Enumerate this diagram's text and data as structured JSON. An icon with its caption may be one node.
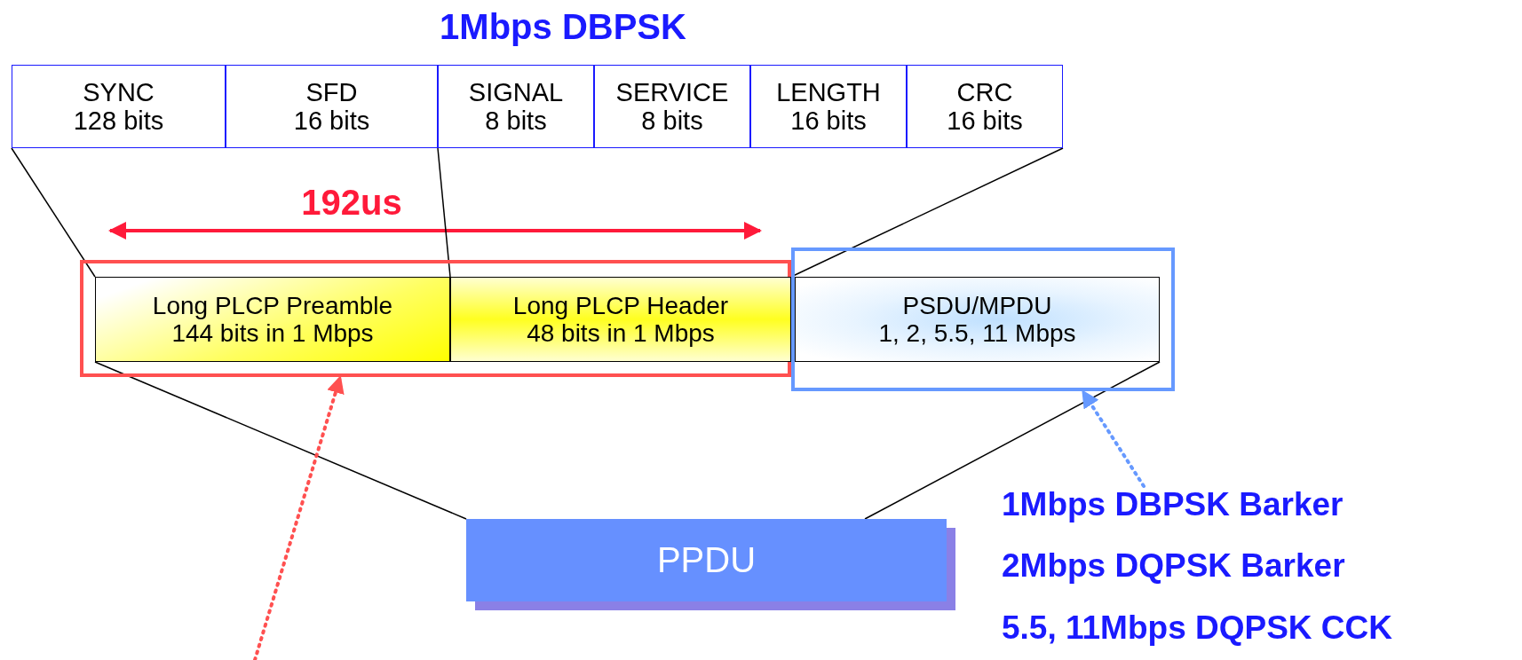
{
  "diagram": {
    "title": "1Mbps DBPSK",
    "nodes": [
      {
        "text": [
          "SYNC",
          "128 bits"
        ]
      },
      {
        "text": [
          "SFD",
          "16 bits"
        ]
      },
      {
        "text": [
          "SIGNAL",
          "8 bits"
        ]
      },
      {
        "text": [
          "SERVICE",
          "8 bits"
        ]
      },
      {
        "text": [
          "LENGTH",
          "16 bits"
        ]
      },
      {
        "text": [
          "CRC",
          "16 bits"
        ]
      },
      {
        "text": [],
        "shape": "box"
      },
      {
        "text": [
          "Long PLCP Preamble",
          "144 bits in 1 Mbps"
        ],
        "in": 6
      },
      {
        "text": [
          "Long PLCP Header",
          "48 bits in 1 Mbps"
        ],
        "in": 6
      },
      {
        "text": [],
        "shape": "box"
      },
      {
        "text": [
          "PSDU/MPDU",
          "1, 2, 5.5, 11 Mbps"
        ],
        "in": 9
      },
      {
        "text": [
          "PPDU"
        ]
      },
      {
        "text": [
          "1Mbps DBPSK Barker",
          "2Mbps DQPSK Barker",
          "5.5, 11Mbps DQPSK CCK"
        ]
      }
    ],
    "edges": [
      {
        "from": 0,
        "to": 7,
        "arrow": "none"
      },
      {
        "from": 1,
        "to": 7,
        "arrow": "none"
      },
      {
        "from": 5,
        "to": 8,
        "arrow": "none"
      },
      {
        "from": 7,
        "to": 11,
        "arrow": "none"
      },
      {
        "from": 10,
        "to": 11,
        "arrow": "none"
      },
      {
        "from": null,
        "to": 6,
        "arrow": "to",
        "style": "dashed",
        "color": "#ff5050"
      },
      {
        "from": 12,
        "to": 9,
        "arrow": "to",
        "style": "dashed",
        "color": "#6699ff"
      }
    ],
    "labels": [
      "192us"
    ]
  }
}
